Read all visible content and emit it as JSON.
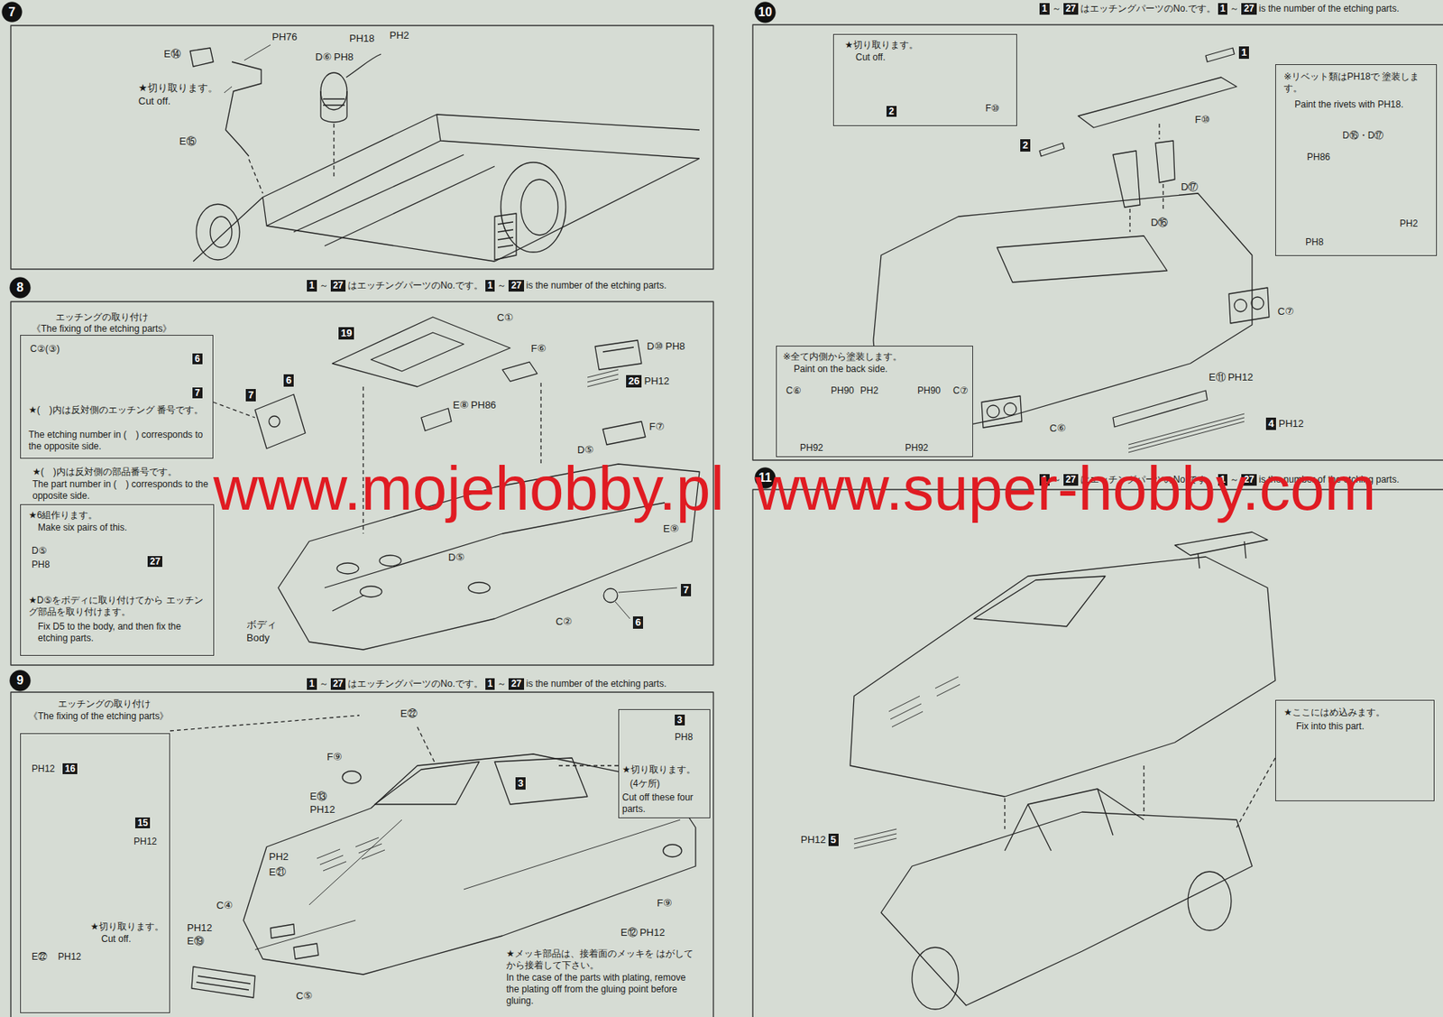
{
  "diagram": {
    "nodes": [
      {
        "text": [
          "7"
        ]
      },
      {
        "text": [
          "8"
        ]
      },
      {
        "text": [
          "エッチングの取り付け",
          "《The fixing of the etching parts》",
          "C②(③)",
          "6",
          "7",
          "★(　)内は反対側のエッチング 番号です。",
          "The etching number in (　) corresponds to the opposite side."
        ]
      },
      {
        "text": [
          "★6組作ります。",
          "Make six pairs of this.",
          "D⑤",
          "PH8",
          "27",
          "★D⑤をボディに取り付けてから エッチング部品を取り付けます。",
          "Fix D5 to the body, and then fix the etching parts."
        ]
      },
      {
        "text": [
          "9"
        ]
      },
      {
        "text": [
          "エッチングの取り付け",
          "《The fixing of the etching parts》",
          "PH12",
          "16",
          "15",
          "PH12",
          "★切り取ります。",
          "Cut off.",
          "E㉒",
          "PH12"
        ]
      },
      {
        "text": [
          "3",
          "PH8",
          "★切り取ります。",
          "(4ケ所)",
          "Cut off these four parts."
        ]
      },
      {
        "text": [
          "10"
        ]
      },
      {
        "text": [
          "★切り取ります。",
          "Cut off.",
          "2",
          "F⑩"
        ]
      },
      {
        "text": [
          "※リベット類はPH18で 塗装します。",
          "Paint the rivets with PH18.",
          "D⑯・D⑰",
          "PH86",
          "PH2",
          "PH8"
        ]
      },
      {
        "text": [
          "※全て内側から塗装します。",
          "Paint on the back side.",
          "C⑥",
          "PH90",
          "PH2",
          "PH90",
          "C⑦",
          "PH92",
          "PH92"
        ]
      },
      {
        "text": [
          "11"
        ]
      },
      {
        "text": [
          "★ここにはめ込みます。",
          "Fix into this part."
        ]
      }
    ],
    "labels": [
      "E⑭",
      "PH76",
      "PH18",
      "PH2",
      "D⑥",
      "PH8",
      "★切り取ります。",
      "Cut off.",
      "E⑮",
      "1",
      "～",
      "27",
      "はエッチングパーツのNo.です。",
      "1",
      "～",
      "27",
      "is the number of the etching parts.",
      "★(　)内は反対側の部品番号です。",
      "The part number in (　) corresponds to the opposite side.",
      "19",
      "C①",
      "6",
      "7",
      "F⑥",
      "D⑩",
      "PH8",
      "26",
      "PH12",
      "E⑧",
      "PH86",
      "F⑦",
      "D⑤",
      "E⑨",
      "D⑤",
      "C②",
      "7",
      "6",
      "ボディ",
      "Body",
      "1",
      "～",
      "27",
      "はエッチングパーツのNo.です。",
      "1",
      "～",
      "27",
      "is the number of the etching parts.",
      "E㉒",
      "F⑨",
      "E⑬",
      "PH12",
      "3",
      "PH2",
      "E㉑",
      "C④",
      "PH12",
      "E⑲",
      "F⑨",
      "E⑫",
      "PH12",
      "C⑤",
      "★メッキ部品は、接着面のメッキを はがしてから接着して下さい。",
      "In the case of the parts with plating, remove the plating off from the gluing point before gluing.",
      "1",
      "～",
      "27",
      "はエッチングパーツのNo.です。",
      "1",
      "～",
      "27",
      "is the number of the etching parts.",
      "1",
      "F⑩",
      "2",
      "D⑰",
      "D⑯",
      "C⑦",
      "E⑪",
      "PH12",
      "C⑥",
      "4",
      "PH12",
      "1",
      "～",
      "27",
      "はエッチングパーツのNo.です。",
      "1",
      "～",
      "27",
      "is the number of the etching parts.",
      "PH12",
      "5",
      "www.mojehobby.pl",
      "www.super-hobby.com"
    ]
  }
}
